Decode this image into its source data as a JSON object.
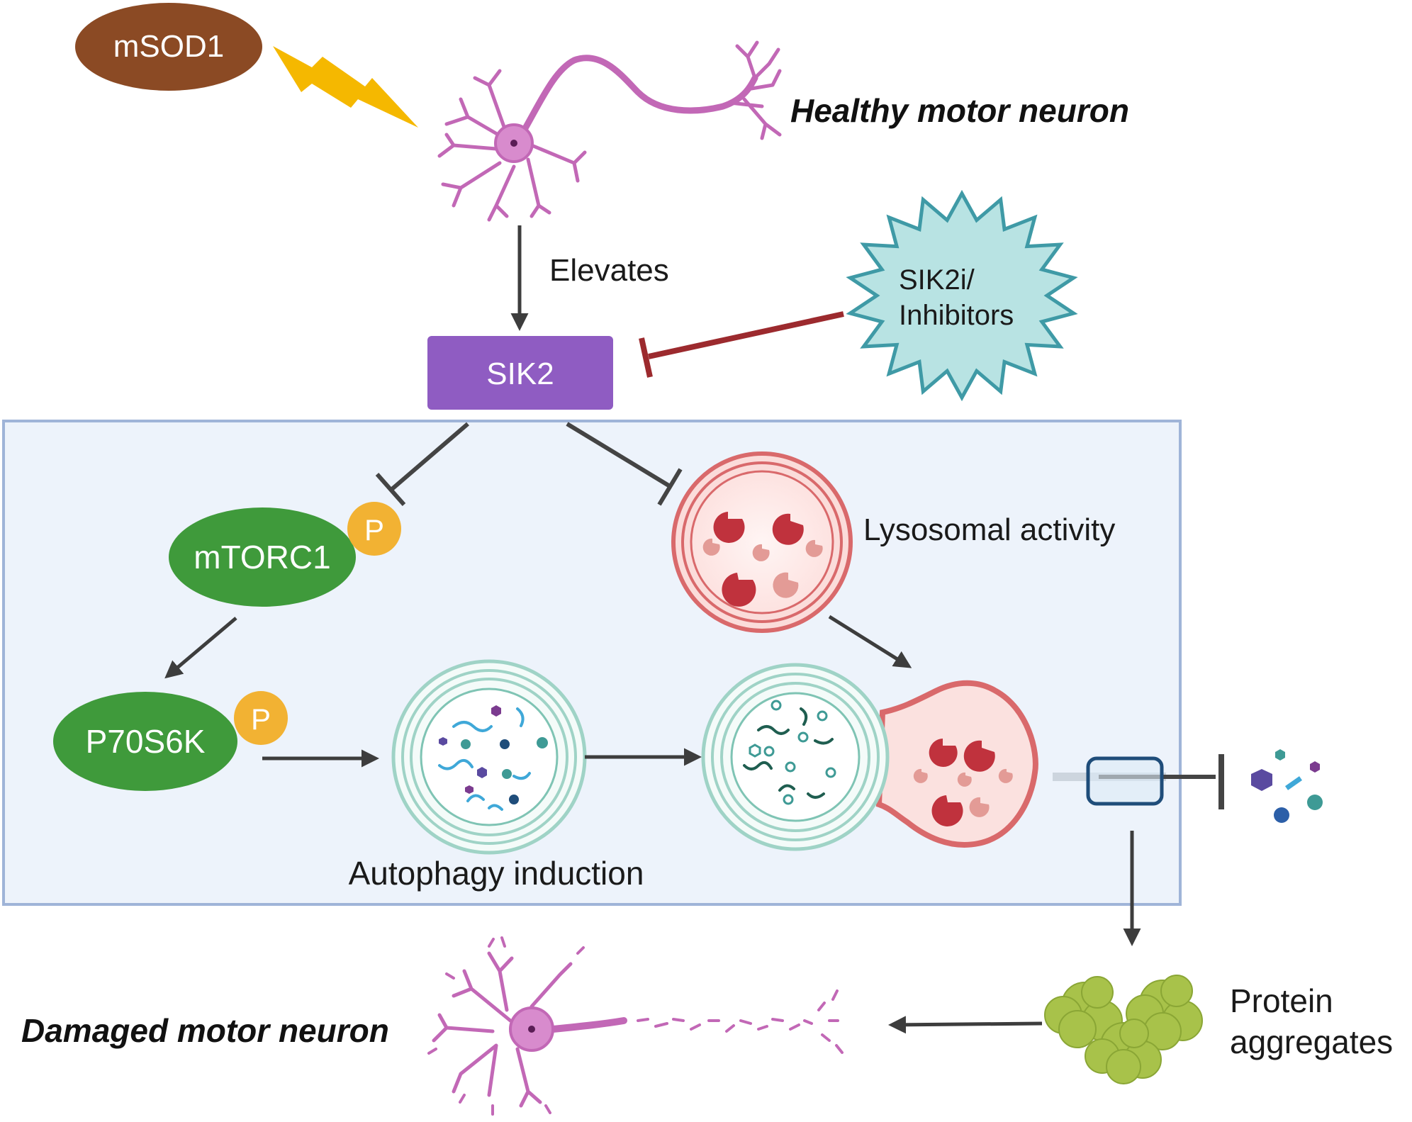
{
  "nodes": {
    "msod1": "mSOD1",
    "healthy_neuron": "Healthy motor neuron",
    "elevates": "Elevates",
    "sik2": "SIK2",
    "sik2i_line1": "SIK2i/",
    "sik2i_line2": "Inhibitors",
    "mtorc1": "mTORC1",
    "p70s6k": "P70S6K",
    "phospho": "P",
    "lysosomal": "Lysosomal activity",
    "autophagy": "Autophagy induction",
    "protein_line1": "Protein",
    "protein_line2": "aggregates",
    "damaged_neuron": "Damaged motor neuron"
  },
  "colors": {
    "msod1": "#8b4a24",
    "bolt": "#f5b800",
    "sik2": "#8f5cc2",
    "sik2i_fill": "#b8e3e3",
    "sik2i_stroke": "#3f9aa6",
    "inhibit_red": "#9c2a2e",
    "mtor_green": "#3f9a3b",
    "phospho": "#f2b233",
    "panel_fill": "#edf3fb",
    "panel_stroke": "#9fb4d8",
    "lysosome": "#d9696b",
    "autophagosome": "#9fd3c6",
    "neuron": "#c268b6",
    "aggregate": "#a8c24a"
  }
}
